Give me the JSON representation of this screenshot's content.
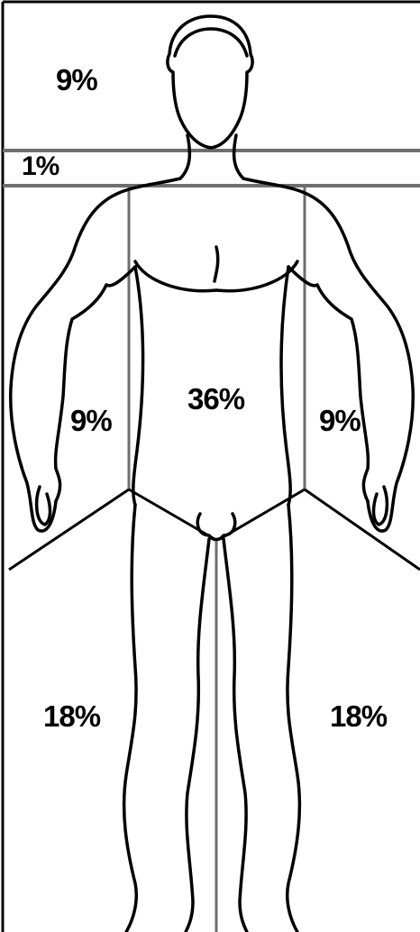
{
  "labels": {
    "head": "9%",
    "neck": "1%",
    "trunk": "36%",
    "left_arm": "9%",
    "right_arm": "9%",
    "left_leg": "18%",
    "right_leg": "18%"
  },
  "colors": {
    "line": "#000000",
    "divider": "#6e6e6e",
    "background": "#ffffff"
  }
}
